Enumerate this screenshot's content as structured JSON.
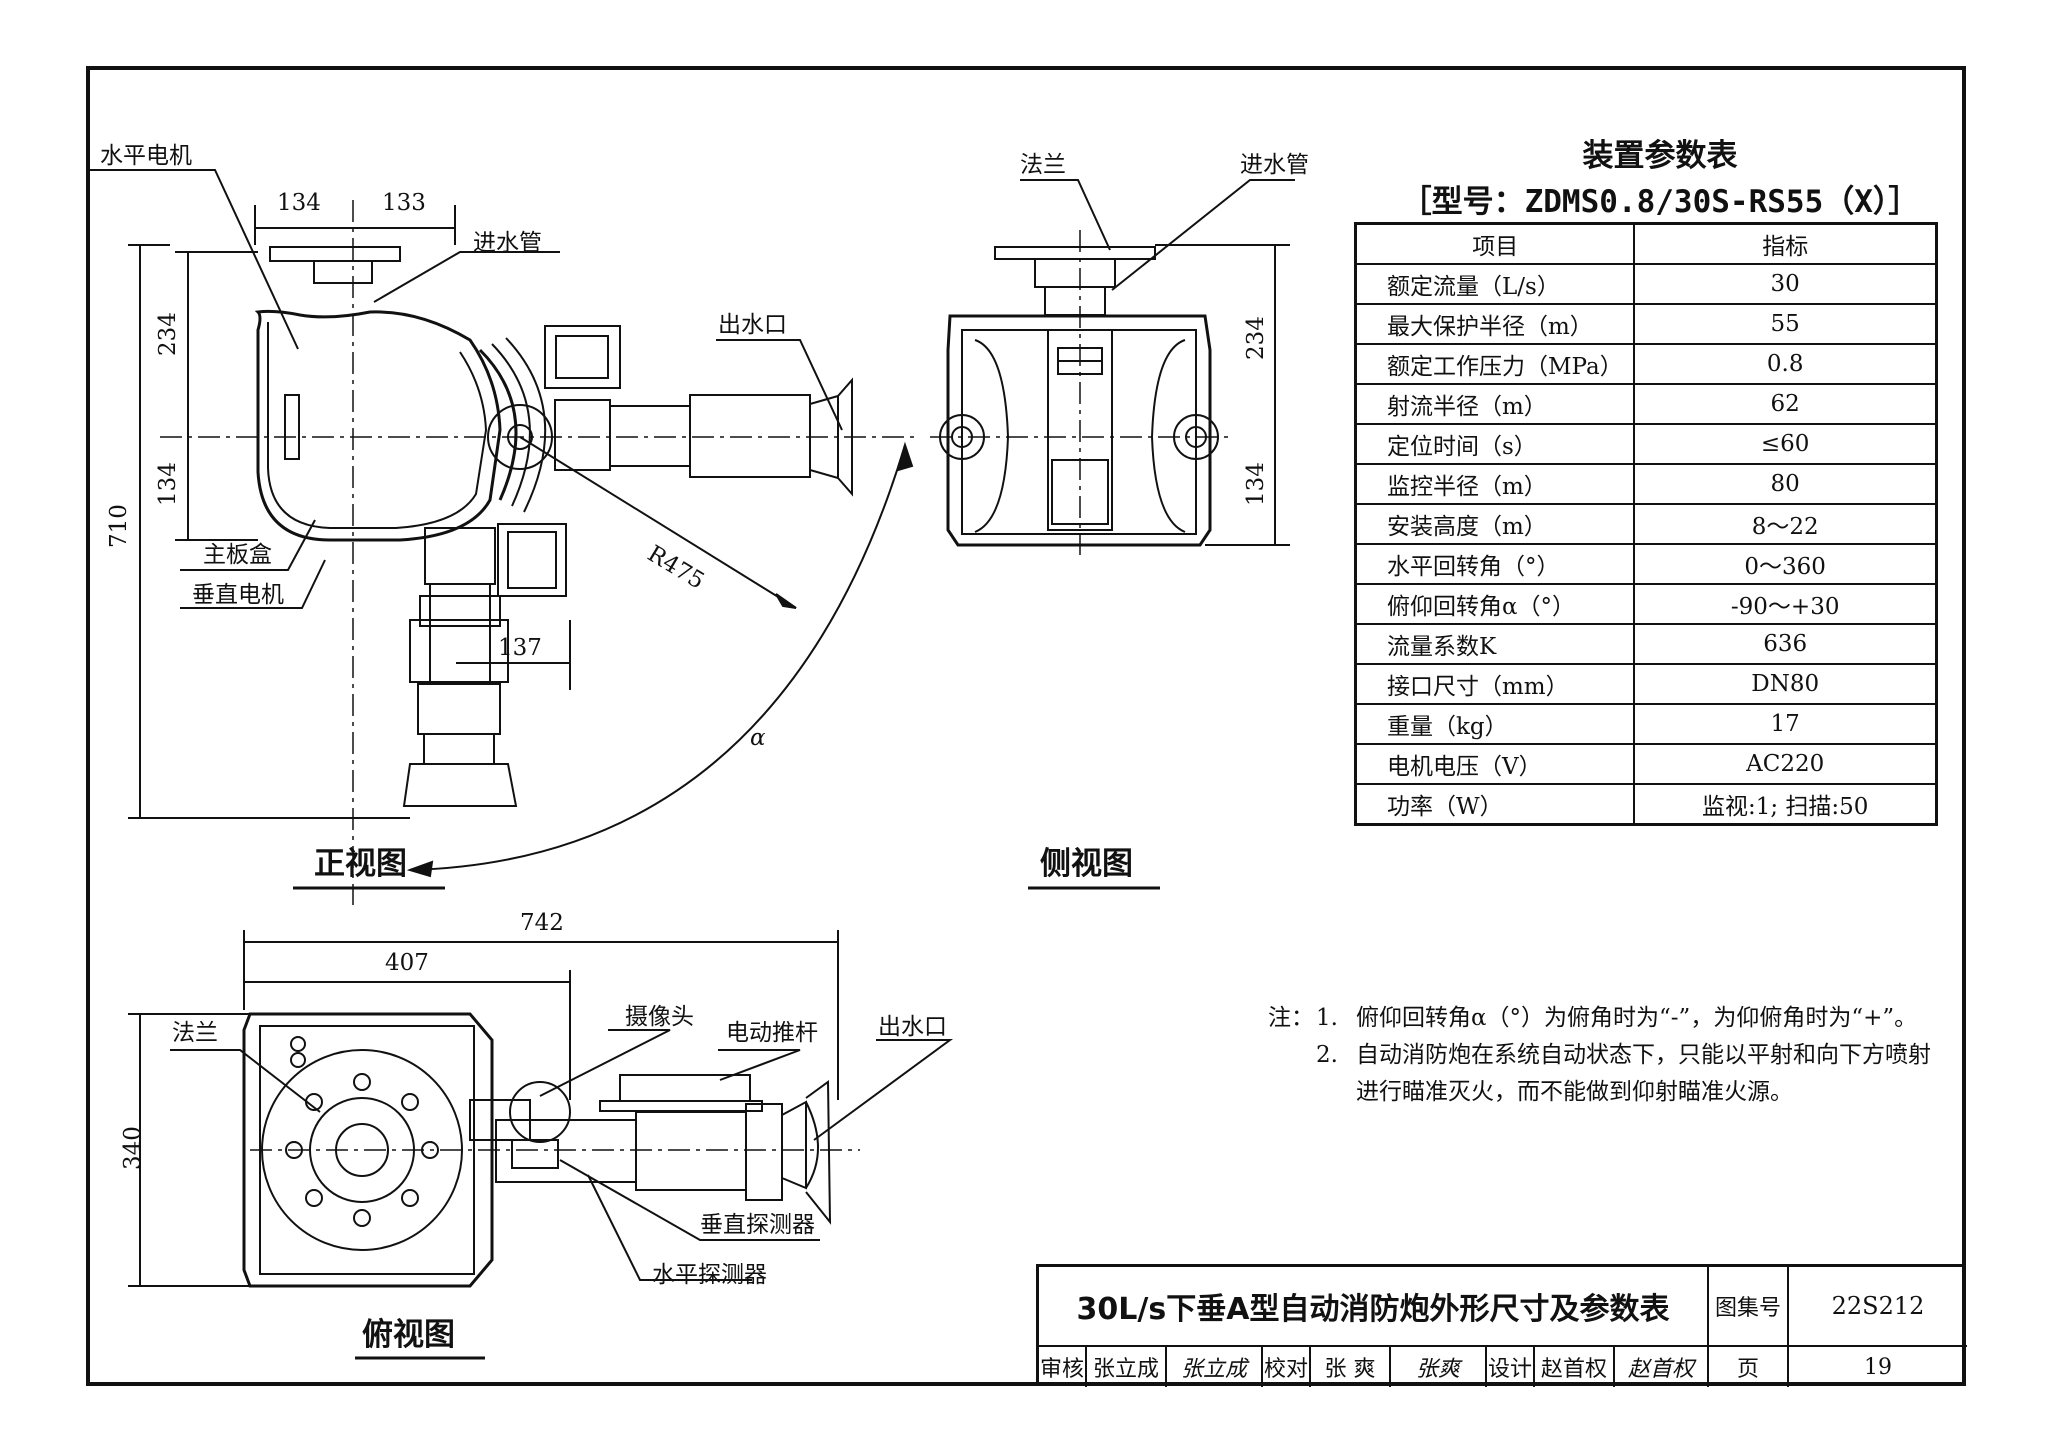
{
  "sheet": {
    "title": "30L/s下垂A型自动消防炮外形尺寸及参数表",
    "atlas_label": "图集号",
    "atlas_number": "22S212",
    "page_label": "页",
    "page_number": "19",
    "review_label": "审核",
    "reviewer": "张立成",
    "reviewer_signature": "张立成",
    "check_label": "校对",
    "checker": "张 爽",
    "checker_signature": "张爽",
    "design_label": "设计",
    "designer": "赵首权",
    "designer_signature": "赵首权"
  },
  "views": {
    "front": {
      "title": "正视图",
      "labels": {
        "motor_horizontal": "水平电机",
        "inlet_pipe": "进水管",
        "outlet": "出水口",
        "mainboard_box": "主板盒",
        "motor_vertical": "垂直电机",
        "radius": "R475",
        "angle": "α"
      },
      "dims": {
        "left_half": "134",
        "right_half": "133",
        "upper": "234",
        "lower": "134",
        "total_height": "710",
        "offset": "137"
      }
    },
    "side": {
      "title": "侧视图",
      "labels": {
        "flange": "法兰",
        "inlet_pipe": "进水管"
      },
      "dims": {
        "upper": "234",
        "lower": "134"
      }
    },
    "top": {
      "title": "俯视图",
      "labels": {
        "flange": "法兰",
        "camera": "摄像头",
        "actuator": "电动推杆",
        "outlet": "出水口",
        "vertical_detector": "垂直探测器",
        "horizontal_detector": "水平探测器"
      },
      "dims": {
        "total_length": "742",
        "partial_length": "407",
        "width": "340"
      }
    }
  },
  "params": {
    "title": "装置参数表",
    "model": "［型号：ZDMS0.8/30S-RS55（X）］",
    "headers": [
      "项目",
      "指标"
    ],
    "rows": [
      {
        "item": "额定流量（L/s）",
        "value": "30"
      },
      {
        "item": "最大保护半径（m）",
        "value": "55"
      },
      {
        "item": "额定工作压力（MPa）",
        "value": "0.8"
      },
      {
        "item": "射流半径（m）",
        "value": "62"
      },
      {
        "item": "定位时间（s）",
        "value": "≤60"
      },
      {
        "item": "监控半径（m）",
        "value": "80"
      },
      {
        "item": "安装高度（m）",
        "value": "8～22"
      },
      {
        "item": "水平回转角（°）",
        "value": "0～360"
      },
      {
        "item": "俯仰回转角α（°）",
        "value": "-90～+30"
      },
      {
        "item": "流量系数K",
        "value": "636"
      },
      {
        "item": "接口尺寸（mm）",
        "value": "DN80"
      },
      {
        "item": "重量（kg）",
        "value": "17"
      },
      {
        "item": "电机电压（V）",
        "value": "AC220"
      },
      {
        "item": "功率（W）",
        "value": "监视:1; 扫描:50"
      }
    ]
  },
  "notes": {
    "prefix": "注：",
    "items": [
      {
        "num": "1.",
        "text": "俯仰回转角α（°）为俯角时为“-”，为仰俯角时为“+”。"
      },
      {
        "num": "2.",
        "text": "自动消防炮在系统自动状态下，只能以平射和向下方喷射进行瞄准灭火，而不能做到仰射瞄准火源。"
      }
    ]
  }
}
